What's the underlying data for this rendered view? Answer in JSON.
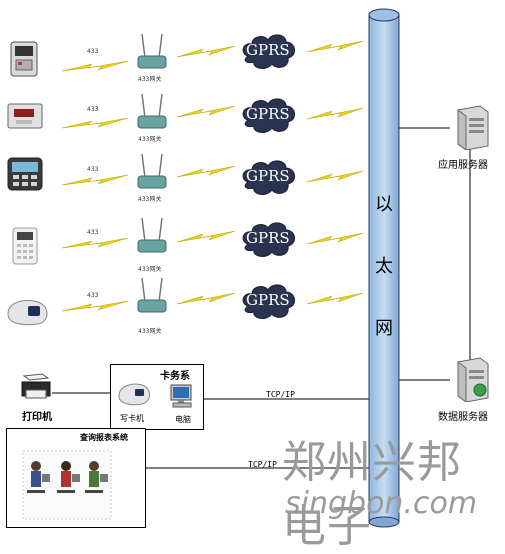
{
  "rows": [
    {
      "device": "smart-meter",
      "link_label": "433",
      "gateway_label": "433网关",
      "cloud_label": "GPRS"
    },
    {
      "device": "card-reader",
      "link_label": "433",
      "gateway_label": "433网关",
      "cloud_label": "GPRS"
    },
    {
      "device": "pos-terminal",
      "link_label": "433",
      "gateway_label": "433网关",
      "cloud_label": "GPRS"
    },
    {
      "device": "access-panel",
      "link_label": "433",
      "gateway_label": "433网关",
      "cloud_label": "GPRS"
    },
    {
      "device": "card-scanner",
      "link_label": "433",
      "gateway_label": "433网关",
      "cloud_label": "GPRS"
    }
  ],
  "ethernet": {
    "chars": [
      "以",
      "太",
      "网"
    ]
  },
  "servers": {
    "app": "应用服务器",
    "db": "数据服务器"
  },
  "card_system": {
    "title": "卡务系",
    "writer": "写卡机",
    "computer": "电脑"
  },
  "printer": "打印机",
  "tcp_ip_1": "TCP/IP",
  "tcp_ip_2": "TCP/IP",
  "report": {
    "title": "查询报表系统"
  },
  "watermark": {
    "cn": "郑州兴邦电子",
    "en": "singbon.com"
  },
  "colors": {
    "bolt": "#e8d21a",
    "cloud": "#2a3350",
    "pipe": "#a9c8ea",
    "gateway": "#6aa3a0"
  }
}
